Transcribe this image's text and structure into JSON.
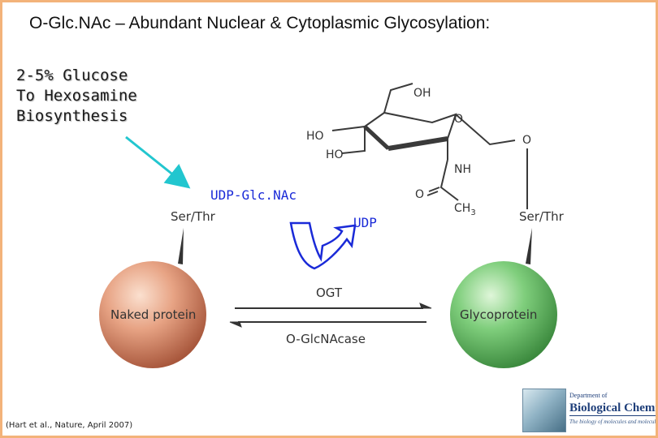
{
  "title": "O-Glc.NAc – Abundant Nuclear & Cytoplasmic Glycosylation:",
  "biosynthesis": {
    "line1": "2-5% Glucose",
    "line2": "To Hexosamine",
    "line3": "Biosynthesis"
  },
  "labels": {
    "udp_glcnac": "UDP-Glc.NAc",
    "udp": "UDP",
    "ser_thr_left": "Ser/Thr",
    "ser_thr_right": "Ser/Thr",
    "naked_protein": "Naked protein",
    "glycoprotein": "Glycoprotein",
    "ogt": "OGT",
    "oglcnacase": "O-GlcNAcase"
  },
  "sugar_labels": {
    "oh_top": "OH",
    "ho_upper": "HO",
    "ho_lower": "HO",
    "ring_o": "O",
    "link_o": "O",
    "nh": "NH",
    "carbonyl_o": "O",
    "ch3": "CH",
    "ch3_sub": "3"
  },
  "citation": "(Hart et al., Nature, April 2007)",
  "logo": {
    "dept": "Department of",
    "name": "Biological Chemistry",
    "tagline": "The biology of molecules and molecular life"
  },
  "colors": {
    "border": "#f3b37a",
    "cyan_arrow": "#22c6cf",
    "blue_arrow": "#1a2ad8",
    "naked_protein": "#e7a384",
    "glycoprotein": "#7fce7c"
  }
}
